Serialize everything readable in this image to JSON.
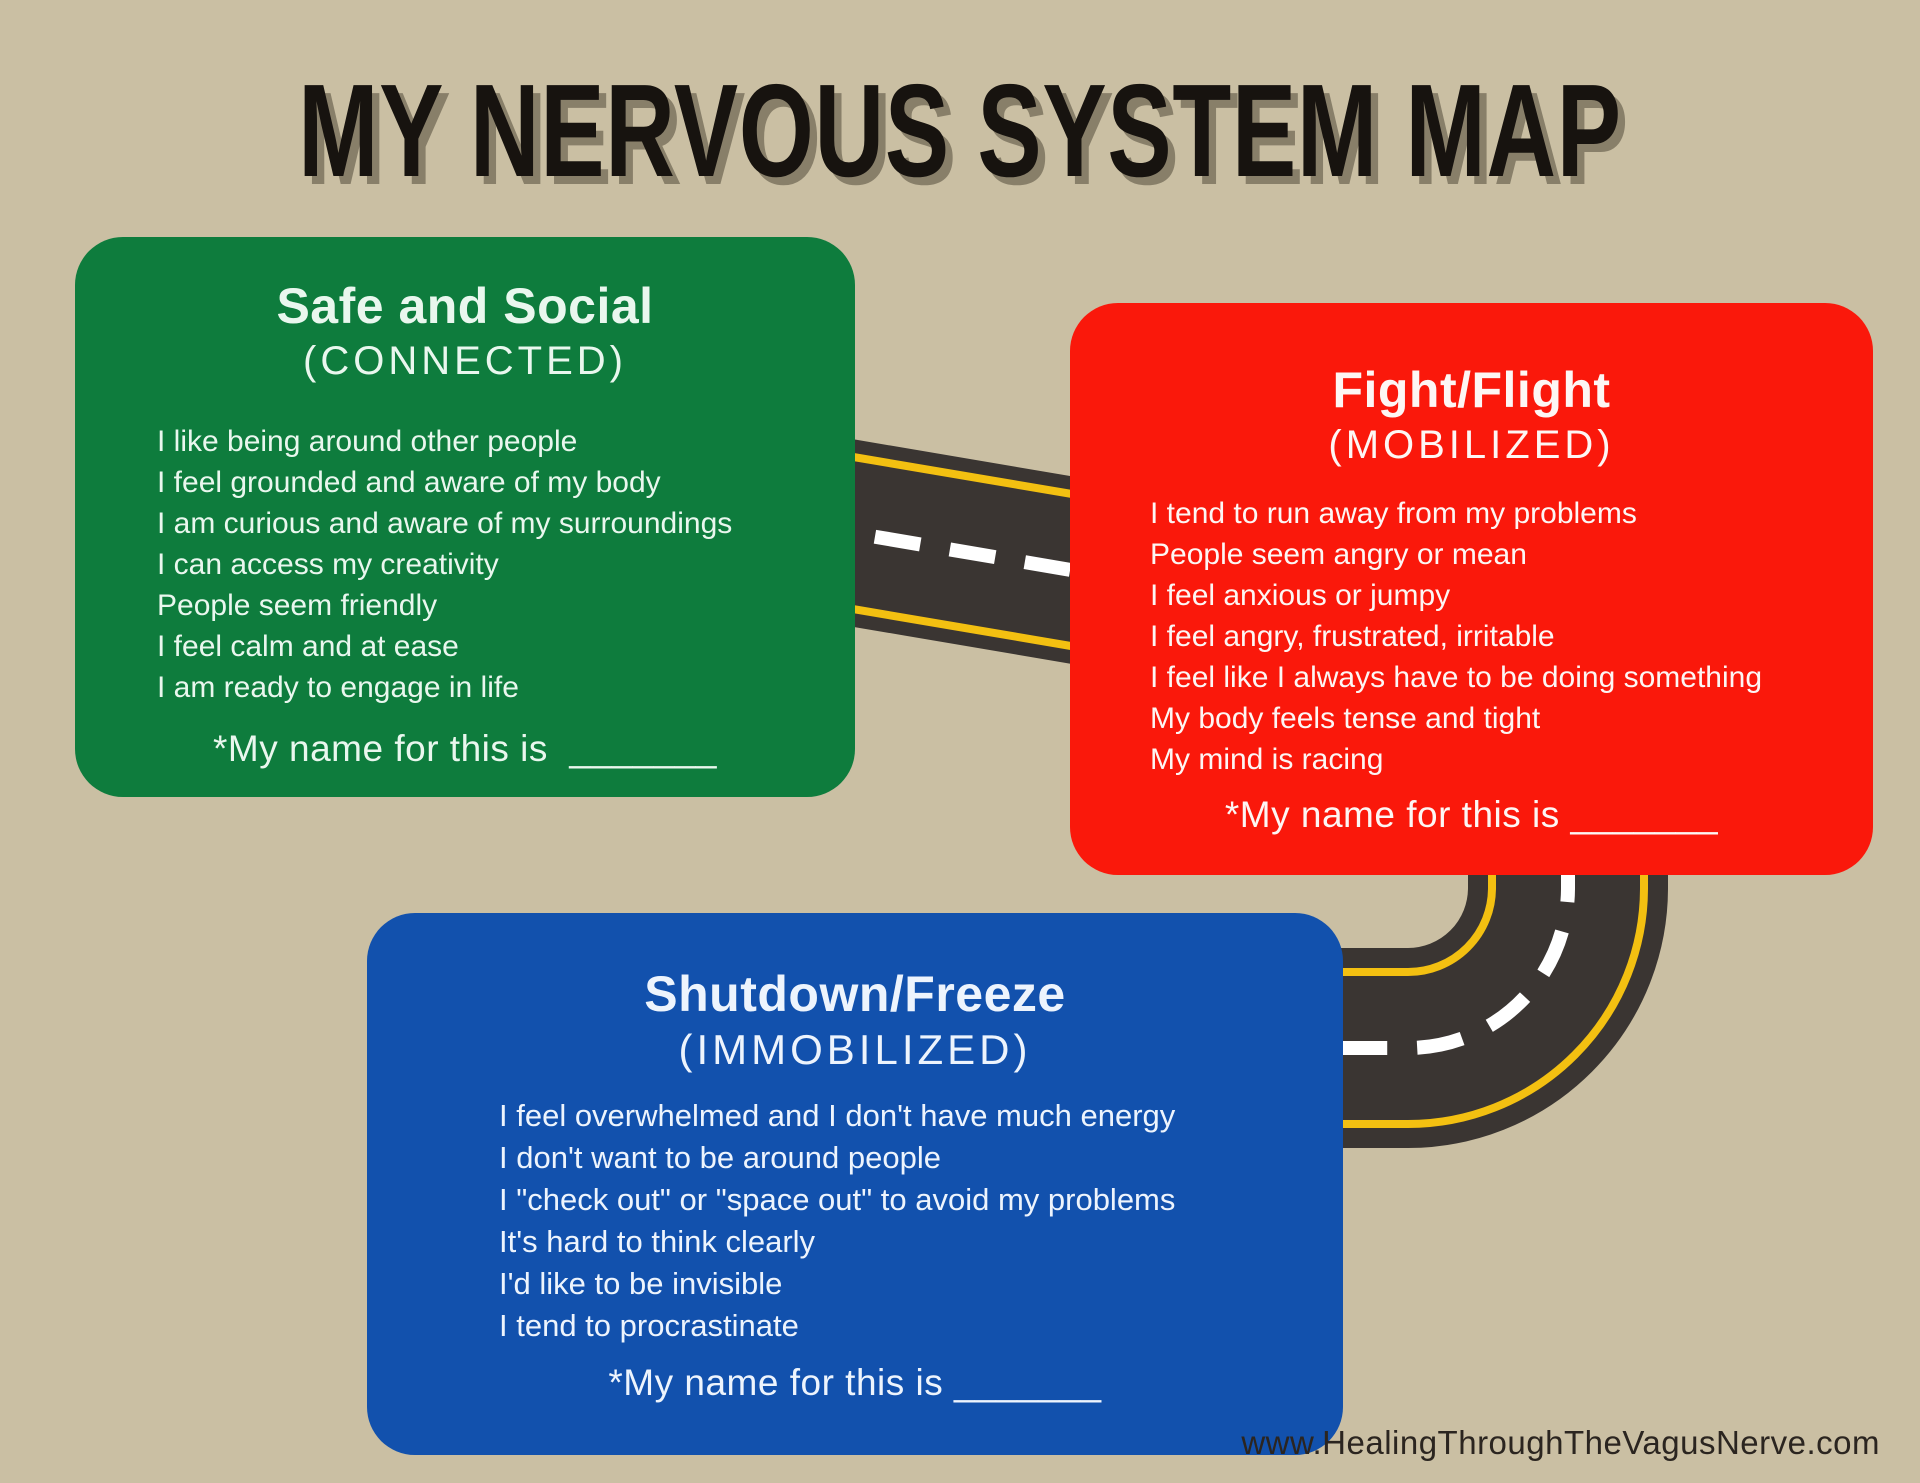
{
  "page": {
    "title": "MY NERVOUS SYSTEM MAP",
    "footer_url": "www.HealingThroughTheVagusNerve.com"
  },
  "colors": {
    "background": "#cabfa3",
    "box_green": "#0e7c3d",
    "box_red": "#fa180b",
    "box_blue": "#1251ad",
    "road_asphalt": "#3a3532",
    "road_edge_yellow": "#f3c011",
    "road_dash_white": "#ffffff",
    "title_text": "#17130f",
    "footer_text": "#2b2520"
  },
  "boxes": {
    "safe_and_social": {
      "title": "Safe and Social",
      "subtitle": "(CONNECTED)",
      "items": [
        "I like being around other people",
        "I feel grounded and aware of my body",
        "I am curious and aware of my surroundings",
        "I can access my creativity",
        "People seem friendly",
        "I feel calm and at ease",
        "I am ready to engage in life"
      ],
      "name_prompt": "*My name for this is  _______"
    },
    "fight_flight": {
      "title": "Fight/Flight",
      "subtitle": "(MOBILIZED)",
      "items": [
        "I tend to run away from my problems",
        "People seem angry or mean",
        "I feel anxious or jumpy",
        "I feel angry, frustrated, irritable",
        "I feel like I always have to be doing something",
        "My body feels tense and tight",
        "My mind is racing"
      ],
      "name_prompt": "*My name for this is _______"
    },
    "shutdown_freeze": {
      "title": "Shutdown/Freeze",
      "subtitle": "(IMMOBILIZED)",
      "items": [
        "I feel overwhelmed and I don't have much energy",
        "I don't want to be around people",
        "I \"check out\" or \"space out\" to avoid my problems",
        "It's hard to think clearly",
        "I'd like to be invisible",
        "I tend to procrastinate"
      ],
      "name_prompt": "*My name for this is _______"
    }
  }
}
